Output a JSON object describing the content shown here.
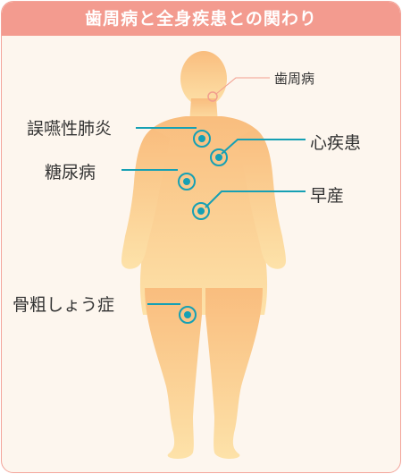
{
  "title": "歯周病と全身疾患との関わり",
  "colors": {
    "header": "#f39b8f",
    "card_border": "#f3a49a",
    "background": "#fdf6ee",
    "body_top": "#f9bd7e",
    "body_bottom": "#fde2a9",
    "marker": "#16a0b4",
    "mouth_marker": "#f29d8d"
  },
  "labels": {
    "periodontal": "歯周病",
    "pneumonia": "誤嚥性肺炎",
    "heart": "心疾患",
    "diabetes": "糖尿病",
    "premature": "早産",
    "osteoporosis": "骨粗しょう症"
  }
}
